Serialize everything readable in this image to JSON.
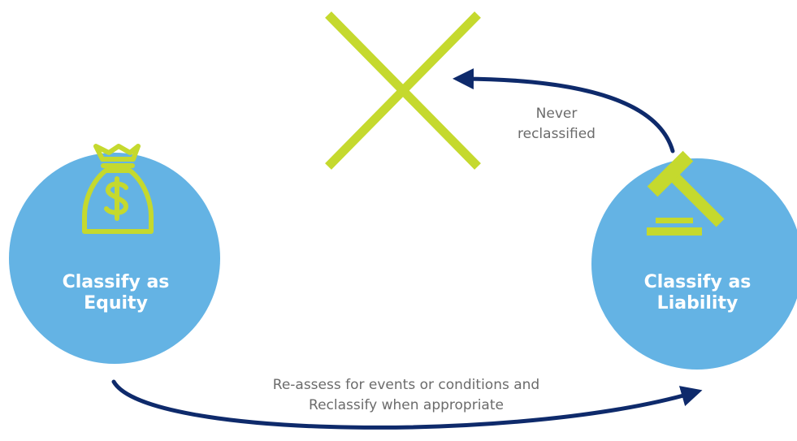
{
  "equity_node": {
    "line1": "Classify as",
    "line2": "Equity",
    "icon": "money-bag-icon"
  },
  "liability_node": {
    "line1": "Classify as",
    "line2": "Liability",
    "icon": "gavel-icon"
  },
  "never_arrow": {
    "line1": "Never",
    "line2": "reclassified"
  },
  "reassess_arrow": {
    "line1": "Re-assess for events or conditions and",
    "line2": "Reclassify when appropriate"
  },
  "x_mark": {
    "icon": "x-mark-icon"
  },
  "colors": {
    "circle": "#64b3e4",
    "accent_green": "#c5d92e",
    "arrow_navy": "#0e2a6b",
    "text_gray": "#6b6b6b"
  }
}
